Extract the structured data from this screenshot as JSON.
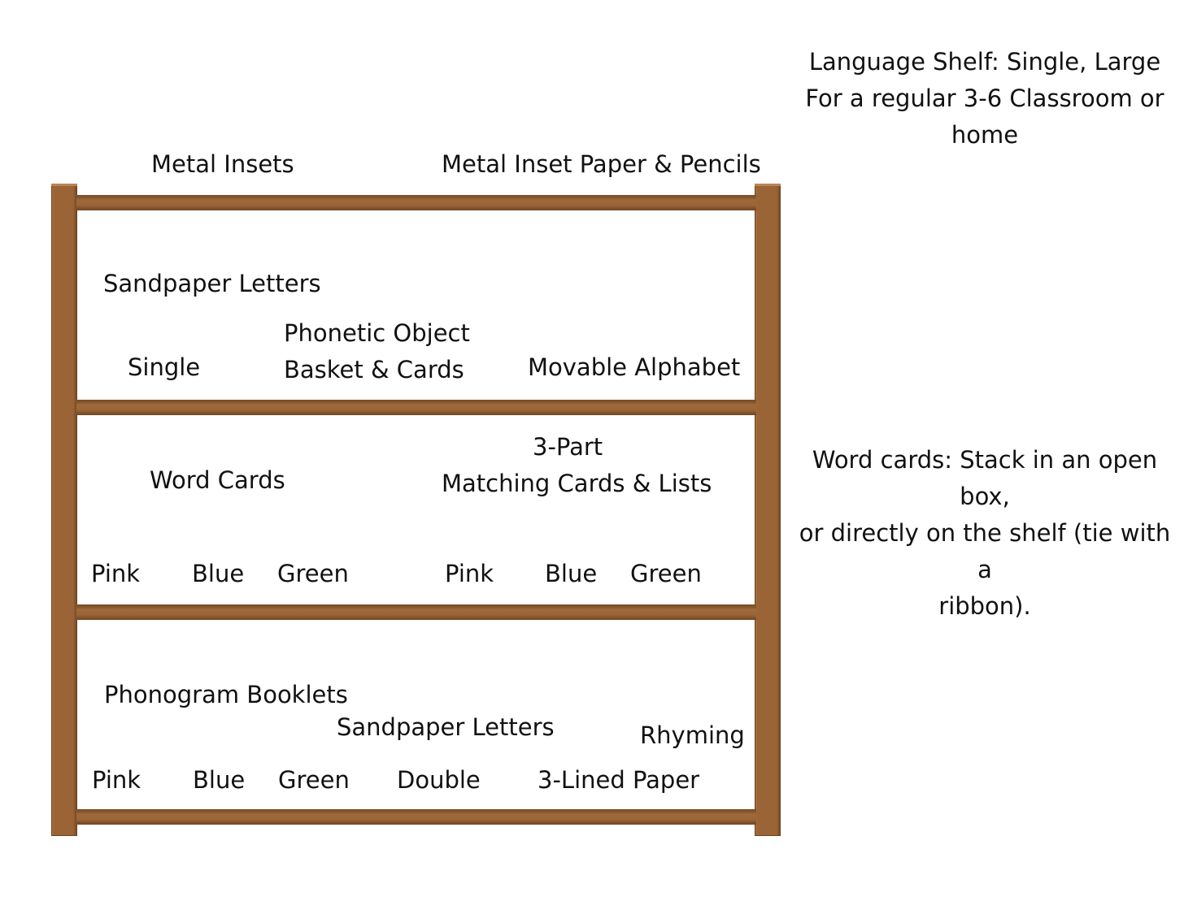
{
  "title": {
    "line1": "Language Shelf: Single, Large",
    "line2": "For a regular 3-6 Classroom or",
    "line3": "home"
  },
  "note": {
    "line1": "Word cards: Stack in an open box,",
    "line2": "or directly on the shelf (tie with a",
    "line3": "ribbon)."
  },
  "shelf": {
    "wood_color": "#9a6436",
    "top": {
      "item1": "Metal Insets",
      "item2": "Metal Inset Paper & Pencils"
    },
    "shelf1": {
      "sandpaper_letters": "Sandpaper Letters",
      "single": "Single",
      "phonetic_line1": "Phonetic Object",
      "phonetic_line2": "Basket & Cards",
      "movable_alphabet": "Movable Alphabet"
    },
    "shelf2": {
      "word_cards": "Word Cards",
      "three_part_line1": "3-Part",
      "three_part_line2": "Matching Cards & Lists",
      "left_colors": [
        "Pink",
        "Blue",
        "Green"
      ],
      "right_colors": [
        "Pink",
        "Blue",
        "Green"
      ]
    },
    "shelf3": {
      "phonogram_booklets": "Phonogram Booklets",
      "sandpaper_letters": "Sandpaper Letters",
      "rhyming": "Rhyming",
      "colors": [
        "Pink",
        "Blue",
        "Green"
      ],
      "double": "Double",
      "three_lined_paper": "3-Lined Paper"
    }
  }
}
